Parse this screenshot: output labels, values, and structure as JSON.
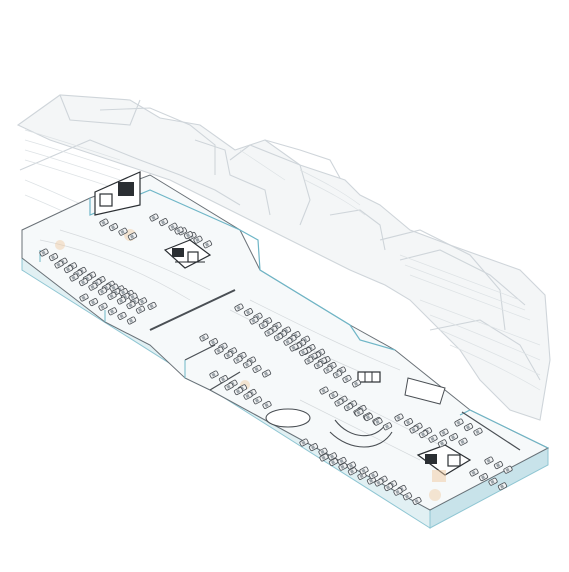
{
  "diagram": {
    "kind": "axonometric floor plan",
    "text": [],
    "colors": {
      "background": "#ffffff",
      "ghost_building": "#e3e7ea",
      "ghost_stroke": "#c9d0d5",
      "slab_top": "#f4f7f8",
      "slab_side": "#d7ebf0",
      "slab_edge": "#8fc6d3",
      "line": "#4a4f54",
      "car_fill": "#f2f3f4",
      "core_dark": "#2b2f33",
      "highlight": "#f0c9a0"
    },
    "parts": [
      "ghost-building-upper-levels",
      "parking-slab",
      "stair-core-west",
      "stair-core-center",
      "stair-core-east",
      "elevator-core",
      "ramp",
      "parked-cars"
    ]
  }
}
